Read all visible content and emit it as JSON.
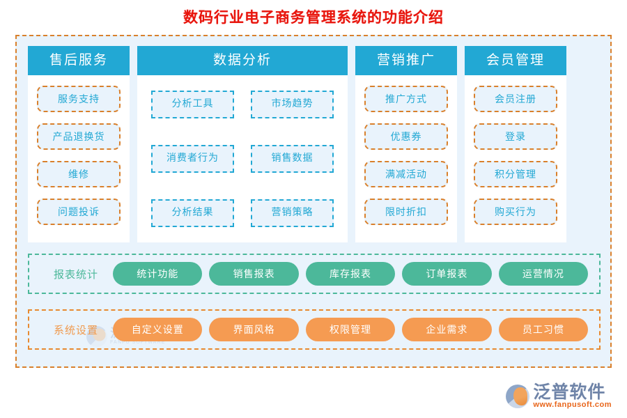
{
  "title": "数码行业电子商务管理系统的功能介绍",
  "colors": {
    "title": "#e8140c",
    "header_blue": "#22a8d4",
    "frame_orange": "#d9802c",
    "panel_bg": "#e9f3fc",
    "pill_green": "#4cb89a",
    "pill_orange": "#f59b52"
  },
  "columns": [
    {
      "header": "售后服务",
      "layout": "single",
      "item_style": "orange",
      "items": [
        "服务支持",
        "产品退换货",
        "维修",
        "问题投诉"
      ]
    },
    {
      "header": "数据分析",
      "layout": "grid",
      "item_style": "blue",
      "items": [
        "分析工具",
        "市场趋势",
        "消费者行为",
        "销售数据",
        "分析结果",
        "营销策略"
      ]
    },
    {
      "header": "营销推广",
      "layout": "single",
      "item_style": "orange",
      "items": [
        "推广方式",
        "优惠券",
        "满减活动",
        "限时折扣"
      ]
    },
    {
      "header": "会员管理",
      "layout": "single",
      "item_style": "orange",
      "items": [
        "会员注册",
        "登录",
        "积分管理",
        "购买行为"
      ]
    }
  ],
  "report_row": {
    "label": "报表统计",
    "items": [
      "统计功能",
      "销售报表",
      "库存报表",
      "订单报表",
      "运营情况"
    ]
  },
  "settings_row": {
    "label": "系统设置",
    "items": [
      "自定义设置",
      "界面风格",
      "权限管理",
      "企业需求",
      "员工习惯"
    ]
  },
  "watermark": {
    "cn": "泛普软件",
    "en": "FANPU SOFTWARE"
  },
  "footer_logo": {
    "cn": "泛普软件",
    "url": "www.fanpusoft.com"
  }
}
